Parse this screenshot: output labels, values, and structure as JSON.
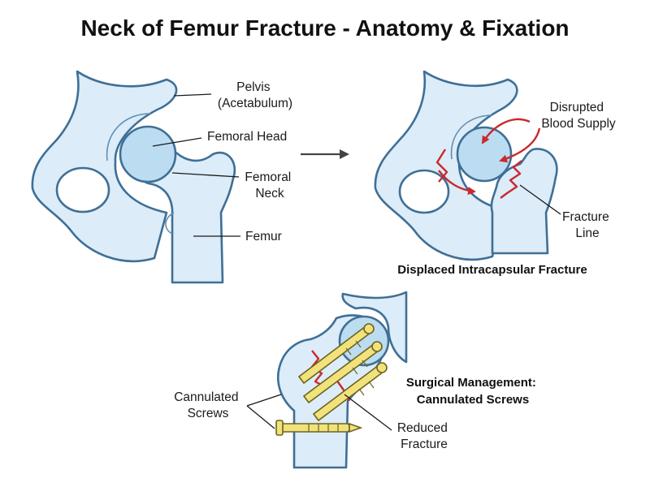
{
  "title": "Neck of Femur Fracture - Anatomy & Fixation",
  "normal": {
    "pelvis_line1": "Pelvis",
    "pelvis_line2": "(Acetabulum)",
    "femoral_head": "Femoral Head",
    "femoral_neck_line1": "Femoral",
    "femoral_neck_line2": "Neck",
    "femur": "Femur"
  },
  "fracture": {
    "blood_line1": "Disrupted",
    "blood_line2": "Blood Supply",
    "fracture_line1": "Fracture",
    "fracture_line2": "Line",
    "caption": "Displaced Intracapsular Fracture"
  },
  "fixation": {
    "screws_line1": "Cannulated",
    "screws_line2": "Screws",
    "reduced_line1": "Reduced",
    "reduced_line2": "Fracture",
    "caption_line1": "Surgical Management:",
    "caption_line2": "Cannulated Screws"
  },
  "colors": {
    "bone_fill": "#dcecf8",
    "bone_outline": "#3f6f96",
    "femoral_head": "#bcdcf1",
    "fracture_red": "#c92a2f",
    "screw_gold": "#f2e27c"
  }
}
